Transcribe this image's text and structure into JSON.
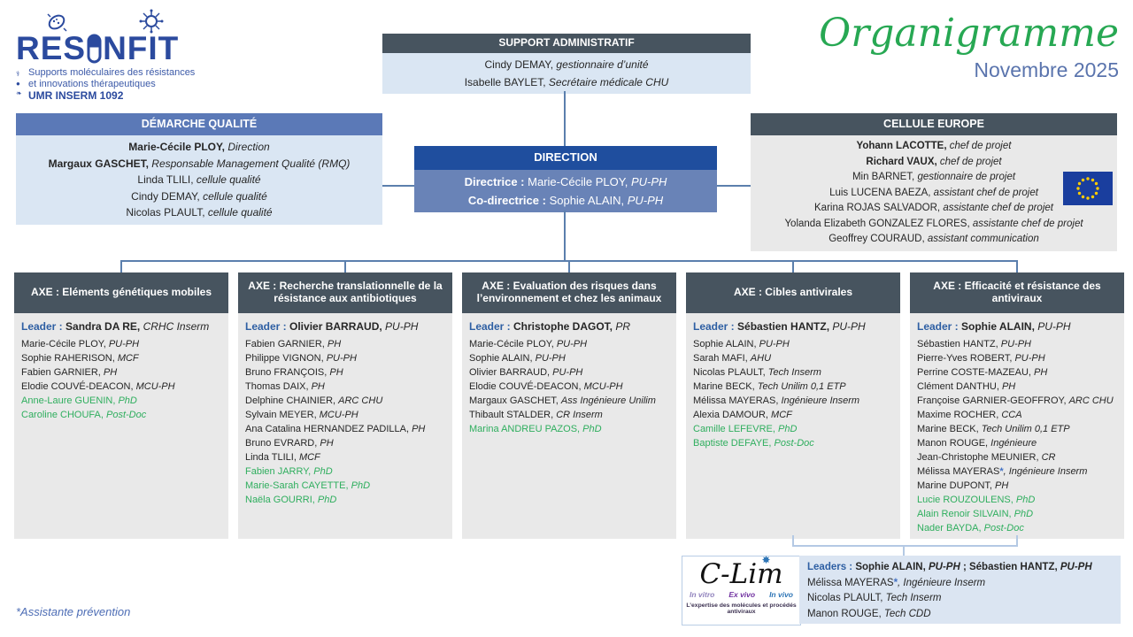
{
  "logo": {
    "word_left": "RES",
    "word_right": "NFIT",
    "subtitle_line1": "Supports moléculaires des résistances",
    "subtitle_line2": "et innovations thérapeutiques",
    "umr": "UMR INSERM 1092"
  },
  "title": {
    "main": "Organigramme",
    "date": "Novembre 2025"
  },
  "footnote": "*Assistante prévention",
  "colors": {
    "slate_header": "#47545f",
    "blue_header": "#5b79b7",
    "navy_header": "#1f4e9e",
    "direction_body": "#6983b7",
    "light_blue_body": "#dae6f3",
    "light_gray_body": "#e9e9e9",
    "green_text": "#2fae5e",
    "leader_label_blue": "#2e5fa3",
    "connector_blue": "#5b7fad",
    "logo_blue": "#2b4a9e",
    "title_green": "#27a853",
    "date_blue": "#5a74ad"
  },
  "support": {
    "title": "SUPPORT ADMINISTRATIF",
    "lines": [
      [
        [
          "",
          "Cindy DEMAY, "
        ],
        [
          "i",
          "gestionnaire d’unité"
        ]
      ],
      [
        [
          "",
          "Isabelle BAYLET, "
        ],
        [
          "i",
          "Secrétaire médicale CHU"
        ]
      ]
    ]
  },
  "demarche": {
    "title": "DÉMARCHE QUALITÉ",
    "lines": [
      [
        [
          "b",
          "Marie-Cécile PLOY, "
        ],
        [
          "i",
          "Direction"
        ]
      ],
      [
        [
          "b",
          "Margaux GASCHET, "
        ],
        [
          "i",
          "Responsable Management Qualité (RMQ)"
        ]
      ],
      [
        [
          "",
          "Linda TLILI, "
        ],
        [
          "i",
          "cellule qualité"
        ]
      ],
      [
        [
          "",
          "Cindy DEMAY, "
        ],
        [
          "i",
          "cellule qualité"
        ]
      ],
      [
        [
          "",
          "Nicolas PLAULT, "
        ],
        [
          "i",
          "cellule qualité"
        ]
      ]
    ]
  },
  "direction": {
    "title": "DIRECTION",
    "lines": [
      [
        [
          "b",
          "Directrice : "
        ],
        [
          "",
          "Marie-Cécile PLOY, "
        ],
        [
          "i",
          "PU-PH"
        ]
      ],
      [
        [
          "b",
          "Co-directrice : "
        ],
        [
          "",
          "Sophie ALAIN, "
        ],
        [
          "i",
          "PU-PH"
        ]
      ]
    ]
  },
  "europe": {
    "title": "CELLULE EUROPE",
    "lines": [
      [
        [
          "b",
          "Yohann LACOTTE, "
        ],
        [
          "i",
          "chef de projet"
        ]
      ],
      [
        [
          "b",
          "Richard VAUX, "
        ],
        [
          "i",
          "chef de projet"
        ]
      ],
      [
        [
          "",
          "Min BARNET, "
        ],
        [
          "i",
          "gestionnaire de projet"
        ]
      ],
      [
        [
          "",
          "Luis LUCENA BAEZA, "
        ],
        [
          "i",
          "assistant chef de projet"
        ]
      ],
      [
        [
          "",
          "Karina ROJAS SALVADOR, "
        ],
        [
          "i",
          "assistante chef de projet"
        ]
      ],
      [
        [
          "",
          "Yolanda Elizabeth GONZALEZ FLORES, "
        ],
        [
          "i",
          "assistante chef de projet"
        ]
      ],
      [
        [
          "",
          "Geoffrey COURAUD, "
        ],
        [
          "i",
          "assistant communication"
        ]
      ]
    ]
  },
  "axes": [
    {
      "title": "AXE : Eléments génétiques mobiles",
      "lines": [
        [
          [
            "lbl",
            "Leader : "
          ],
          [
            "b",
            "Sandra DA RE, "
          ],
          [
            "i",
            "CRHC Inserm"
          ]
        ],
        [
          [
            "",
            "Marie-Cécile PLOY, "
          ],
          [
            "i",
            "PU-PH"
          ]
        ],
        [
          [
            "",
            "Sophie RAHERISON, "
          ],
          [
            "i",
            "MCF"
          ]
        ],
        [
          [
            "",
            "Fabien GARNIER, "
          ],
          [
            "i",
            "PH"
          ]
        ],
        [
          [
            "",
            "Elodie COUVÉ-DEACON, "
          ],
          [
            "i",
            "MCU-PH"
          ]
        ],
        [
          [
            "g",
            "Anne-Laure GUENIN, "
          ],
          [
            "gi",
            "PhD"
          ]
        ],
        [
          [
            "g",
            "Caroline CHOUFA, "
          ],
          [
            "gi",
            "Post-Doc"
          ]
        ]
      ]
    },
    {
      "title": "AXE : Recherche translationnelle de la résistance aux antibiotiques",
      "lines": [
        [
          [
            "lbl",
            "Leader : "
          ],
          [
            "b",
            "Olivier BARRAUD, "
          ],
          [
            "i",
            "PU-PH"
          ]
        ],
        [
          [
            "",
            "Fabien GARNIER, "
          ],
          [
            "i",
            "PH"
          ]
        ],
        [
          [
            "",
            "Philippe VIGNON, "
          ],
          [
            "i",
            "PU-PH"
          ]
        ],
        [
          [
            "",
            "Bruno FRANÇOIS, "
          ],
          [
            "i",
            "PH"
          ]
        ],
        [
          [
            "",
            "Thomas DAIX, "
          ],
          [
            "i",
            "PH"
          ]
        ],
        [
          [
            "",
            "Delphine CHAINIER, "
          ],
          [
            "i",
            "ARC CHU"
          ]
        ],
        [
          [
            "",
            "Sylvain MEYER, "
          ],
          [
            "i",
            "MCU-PH"
          ]
        ],
        [
          [
            "",
            "Ana Catalina HERNANDEZ PADILLA, "
          ],
          [
            "i",
            "PH"
          ]
        ],
        [
          [
            "",
            "Bruno EVRARD, "
          ],
          [
            "i",
            "PH"
          ]
        ],
        [
          [
            "",
            "Linda TLILI, "
          ],
          [
            "i",
            "MCF"
          ]
        ],
        [
          [
            "g",
            "Fabien JARRY, "
          ],
          [
            "gi",
            "PhD"
          ]
        ],
        [
          [
            "g",
            "Marie-Sarah CAYETTE, "
          ],
          [
            "gi",
            "PhD"
          ]
        ],
        [
          [
            "g",
            "Naëla GOURRI, "
          ],
          [
            "gi",
            "PhD"
          ]
        ]
      ]
    },
    {
      "title": "AXE : Evaluation des risques dans l’environnement et chez les animaux",
      "lines": [
        [
          [
            "lbl",
            "Leader : "
          ],
          [
            "b",
            "Christophe DAGOT, "
          ],
          [
            "i",
            "PR"
          ]
        ],
        [
          [
            "",
            "Marie-Cécile PLOY, "
          ],
          [
            "i",
            "PU-PH"
          ]
        ],
        [
          [
            "",
            "Sophie ALAIN, "
          ],
          [
            "i",
            "PU-PH"
          ]
        ],
        [
          [
            "",
            "Olivier BARRAUD, "
          ],
          [
            "i",
            "PU-PH"
          ]
        ],
        [
          [
            "",
            "Elodie COUVÉ-DEACON, "
          ],
          [
            "i",
            "MCU-PH"
          ]
        ],
        [
          [
            "",
            "Margaux GASCHET, "
          ],
          [
            "i",
            "Ass Ingénieure Unilim"
          ]
        ],
        [
          [
            "",
            "Thibault STALDER, "
          ],
          [
            "i",
            "CR Inserm"
          ]
        ],
        [
          [
            "g",
            "Marina ANDREU PAZOS, "
          ],
          [
            "gi",
            "PhD"
          ]
        ]
      ]
    },
    {
      "title": "AXE : Cibles antivirales",
      "lines": [
        [
          [
            "lbl",
            "Leader : "
          ],
          [
            "b",
            "Sébastien HANTZ, "
          ],
          [
            "i",
            "PU-PH"
          ]
        ],
        [
          [
            "",
            "Sophie ALAIN, "
          ],
          [
            "i",
            "PU-PH"
          ]
        ],
        [
          [
            "",
            "Sarah MAFI, "
          ],
          [
            "i",
            "AHU"
          ]
        ],
        [
          [
            "",
            "Nicolas PLAULT, "
          ],
          [
            "i",
            "Tech Inserm"
          ]
        ],
        [
          [
            "",
            "Marine BECK, "
          ],
          [
            "i",
            "Tech Unilim 0,1 ETP"
          ]
        ],
        [
          [
            "",
            "Mélissa MAYERAS, "
          ],
          [
            "i",
            "Ingénieure Inserm"
          ]
        ],
        [
          [
            "",
            "Alexia DAMOUR, "
          ],
          [
            "i",
            "MCF"
          ]
        ],
        [
          [
            "g",
            "Camille LEFEVRE, "
          ],
          [
            "gi",
            "PhD"
          ]
        ],
        [
          [
            "g",
            "Baptiste DEFAYE, "
          ],
          [
            "gi",
            "Post-Doc"
          ]
        ]
      ]
    },
    {
      "title": "AXE : Efficacité et résistance des antiviraux",
      "lines": [
        [
          [
            "lbl",
            "Leader : "
          ],
          [
            "b",
            "Sophie ALAIN, "
          ],
          [
            "i",
            "PU-PH"
          ]
        ],
        [
          [
            "",
            "Sébastien HANTZ, "
          ],
          [
            "i",
            "PU-PH"
          ]
        ],
        [
          [
            "",
            "Pierre-Yves ROBERT, "
          ],
          [
            "i",
            "PU-PH"
          ]
        ],
        [
          [
            "",
            "Perrine COSTE-MAZEAU, "
          ],
          [
            "i",
            "PH"
          ]
        ],
        [
          [
            "",
            "Clément DANTHU, "
          ],
          [
            "i",
            "PH"
          ]
        ],
        [
          [
            "",
            "Françoise GARNIER-GEOFFROY, "
          ],
          [
            "i",
            "ARC CHU"
          ]
        ],
        [
          [
            "",
            "Maxime ROCHER, "
          ],
          [
            "i",
            "CCA"
          ]
        ],
        [
          [
            "",
            "Marine BECK, "
          ],
          [
            "i",
            "Tech Unilim 0,1 ETP"
          ]
        ],
        [
          [
            "",
            "Manon ROUGE, "
          ],
          [
            "i",
            "Ingénieure"
          ]
        ],
        [
          [
            "",
            "Jean-Christophe MEUNIER, "
          ],
          [
            "i",
            "CR"
          ]
        ],
        [
          [
            "",
            "Mélissa MAYERAS"
          ],
          [
            "st",
            "*"
          ],
          [
            "i",
            ", Ingénieure Inserm"
          ]
        ],
        [
          [
            "",
            "Marine DUPONT, "
          ],
          [
            "i",
            "PH"
          ]
        ],
        [
          [
            "g",
            "Lucie ROUZOULENS, "
          ],
          [
            "gi",
            "PhD"
          ]
        ],
        [
          [
            "g",
            "Alain Renoir SILVAIN, "
          ],
          [
            "gi",
            "PhD"
          ]
        ],
        [
          [
            "g",
            "Nader BAYDA, "
          ],
          [
            "gi",
            "Post-Doc"
          ]
        ]
      ]
    }
  ],
  "clim": {
    "logo_text": "C-Lim",
    "tag_invitro": "In vitro",
    "tag_exvivo": "Ex vivo",
    "tag_invivo": "In vivo",
    "tagline": "L’expertise des molécules et procédés antiviraux",
    "lines": [
      [
        [
          "lbl",
          "Leaders : "
        ],
        [
          "b",
          "Sophie ALAIN, "
        ],
        [
          "bi",
          "PU-PH "
        ],
        [
          "b",
          "; Sébastien HANTZ, "
        ],
        [
          "bi",
          "PU-PH"
        ]
      ],
      [
        [
          "",
          "Mélissa MAYERAS"
        ],
        [
          "st",
          "*"
        ],
        [
          "i",
          ", Ingénieure Inserm"
        ]
      ],
      [
        [
          "",
          "Nicolas PLAULT, "
        ],
        [
          "i",
          "Tech Inserm"
        ]
      ],
      [
        [
          "",
          "Manon ROUGE, "
        ],
        [
          "i",
          "Tech CDD"
        ]
      ]
    ]
  }
}
